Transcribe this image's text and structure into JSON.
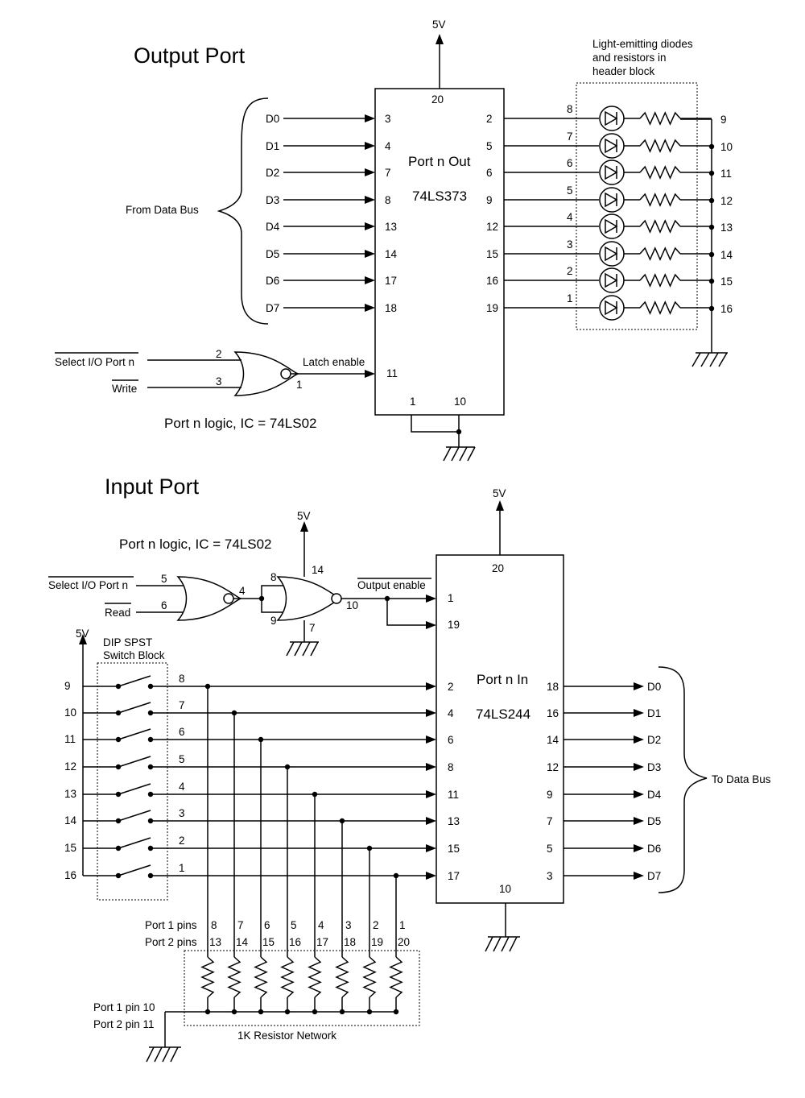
{
  "output_port": {
    "title": "Output Port",
    "vcc": "5V",
    "from_bus": "From Data Bus",
    "data_lines": [
      "D0",
      "D1",
      "D2",
      "D3",
      "D4",
      "D5",
      "D6",
      "D7"
    ],
    "ic_name": "Port n Out",
    "ic_part": "74LS373",
    "ic_pin_top": "20",
    "in_pins": [
      "3",
      "4",
      "7",
      "8",
      "13",
      "14",
      "17",
      "18"
    ],
    "out_pins": [
      "2",
      "5",
      "6",
      "9",
      "12",
      "15",
      "16",
      "19"
    ],
    "latch_pin": "11",
    "gnd_pins": [
      "1",
      "10"
    ],
    "led_block_label": [
      "Light-emitting diodes",
      "and resistors in",
      "header block"
    ],
    "led_nums": [
      "8",
      "7",
      "6",
      "5",
      "4",
      "3",
      "2",
      "1"
    ],
    "header_pins": [
      "9",
      "10",
      "11",
      "12",
      "13",
      "14",
      "15",
      "16"
    ],
    "select_label": "Select I/O Port n",
    "write_label": "Write",
    "gate_in_pins": [
      "2",
      "3"
    ],
    "gate_out_pin": "1",
    "latch_label": "Latch enable",
    "logic_label": "Port n logic, IC = 74LS02"
  },
  "input_port": {
    "title": "Input Port",
    "vcc_logic": "5V",
    "vcc_ic": "5V",
    "vcc_switch": "5V",
    "logic_label": "Port n logic, IC = 74LS02",
    "select_label": "Select I/O Port n",
    "read_label": "Read",
    "gate1_pins": [
      "5",
      "6",
      "4"
    ],
    "gate2_pins": [
      "8",
      "9",
      "14",
      "7",
      "10"
    ],
    "oe_label": "Output enable",
    "ic_name": "Port n In",
    "ic_part": "74LS244",
    "ic_pin_top": "20",
    "ic_pin_bottom": "10",
    "oe_pins": [
      "1",
      "19"
    ],
    "in_pins": [
      "2",
      "4",
      "6",
      "8",
      "11",
      "13",
      "15",
      "17"
    ],
    "out_pins": [
      "18",
      "16",
      "14",
      "12",
      "9",
      "7",
      "5",
      "3"
    ],
    "data_lines": [
      "D0",
      "D1",
      "D2",
      "D3",
      "D4",
      "D5",
      "D6",
      "D7"
    ],
    "to_bus": "To Data Bus",
    "dip_label": [
      "DIP SPST",
      "Switch Block"
    ],
    "switch_left_pins": [
      "9",
      "10",
      "11",
      "12",
      "13",
      "14",
      "15",
      "16"
    ],
    "switch_nums": [
      "8",
      "7",
      "6",
      "5",
      "4",
      "3",
      "2",
      "1"
    ],
    "port1_label": "Port 1 pins",
    "port2_label": "Port 2 pins",
    "port1_pins": [
      "8",
      "7",
      "6",
      "5",
      "4",
      "3",
      "2",
      "1"
    ],
    "port2_pins": [
      "13",
      "14",
      "15",
      "16",
      "17",
      "18",
      "19",
      "20"
    ],
    "rn_common": [
      "Port 1 pin 10",
      "Port 2 pin 11"
    ],
    "rn_label": "1K Resistor Network"
  }
}
